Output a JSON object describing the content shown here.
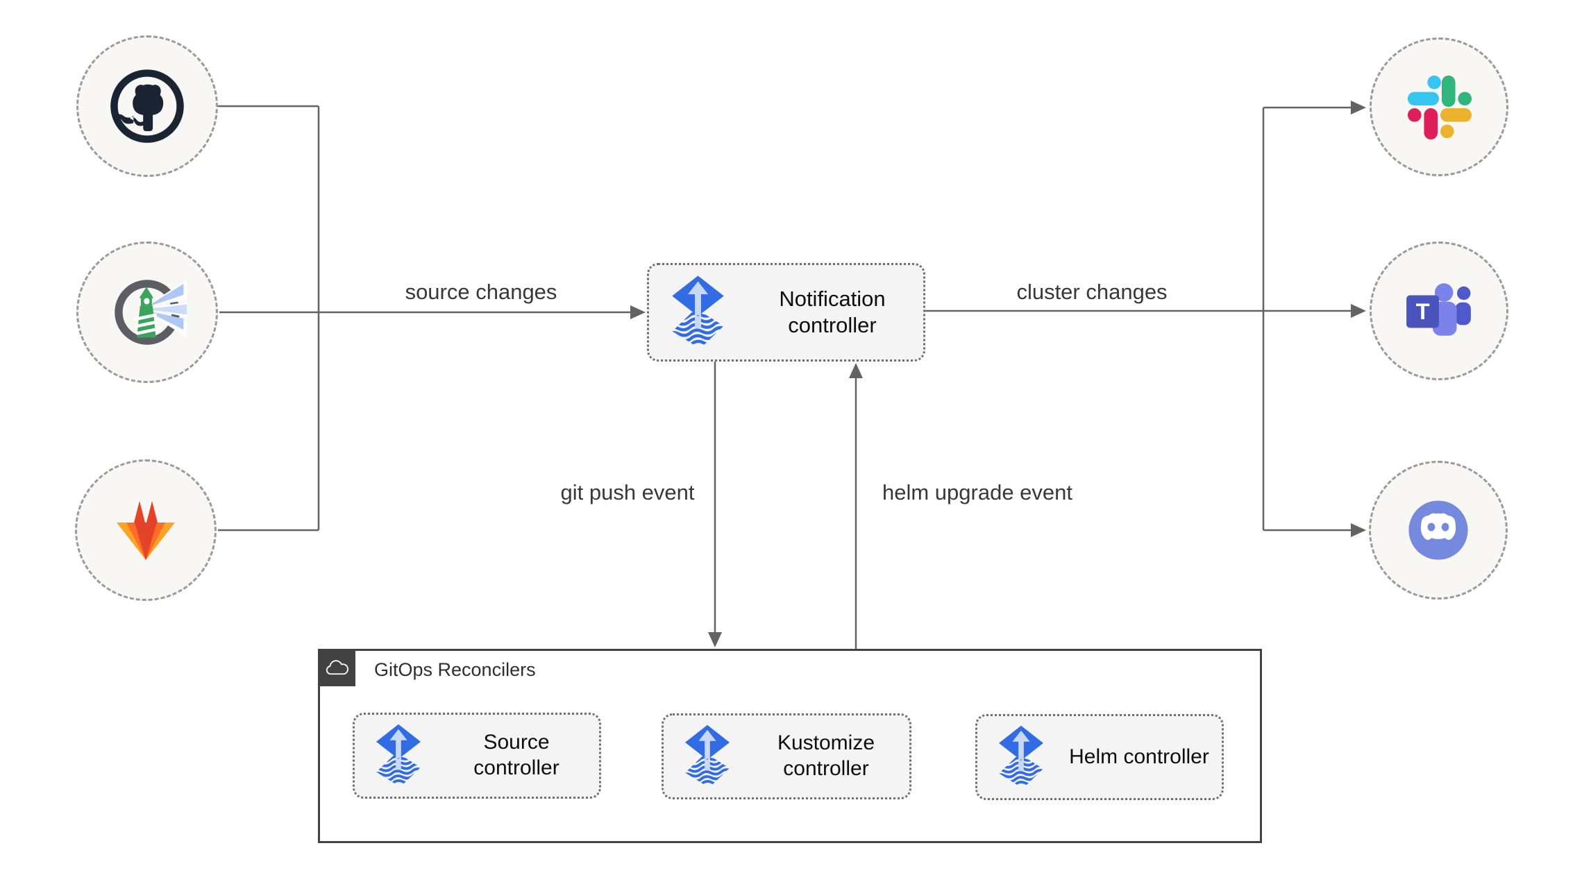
{
  "diagram": {
    "notification": {
      "label": "Notification controller"
    },
    "edges": {
      "source_changes": "source changes",
      "cluster_changes": "cluster changes",
      "git_push": "git push event",
      "helm_upgrade": "helm upgrade event"
    },
    "reconcilers": {
      "title": "GitOps Reconcilers",
      "items": [
        {
          "label": "Source controller"
        },
        {
          "label": "Kustomize controller"
        },
        {
          "label": "Helm controller"
        }
      ]
    },
    "integrations": {
      "sources": [
        "github",
        "harbor",
        "gitlab"
      ],
      "targets": [
        "slack",
        "teams",
        "discord"
      ]
    },
    "teams_letter": "T",
    "colors": {
      "flux_blue": "#316CE4",
      "flux_arrow_light": "#C9D8F4",
      "line_gray": "#636363",
      "node_fill": "#F4F4F4",
      "node_border": "#6E6E6E",
      "circle_fill": "#F8F7F4",
      "circle_border": "#9A9A9A",
      "container_border": "#424242",
      "github_dark": "#1B2433",
      "gitlab_red": "#E24329",
      "gitlab_orange": "#FC6D26",
      "gitlab_yellow": "#FCA326",
      "slack_blue": "#36C5F0",
      "slack_green": "#2EB67D",
      "slack_red": "#E01E5A",
      "slack_yellow": "#ECB22E",
      "teams_purple": "#4B53BC",
      "teams_light": "#7B83EB",
      "teams_dark": "#5059C9",
      "discord_blurple": "#7589DE",
      "harbor_green": "#3AA45C",
      "harbor_ring": "#5B5F63",
      "harbor_beam": "#ADC8F5"
    }
  }
}
